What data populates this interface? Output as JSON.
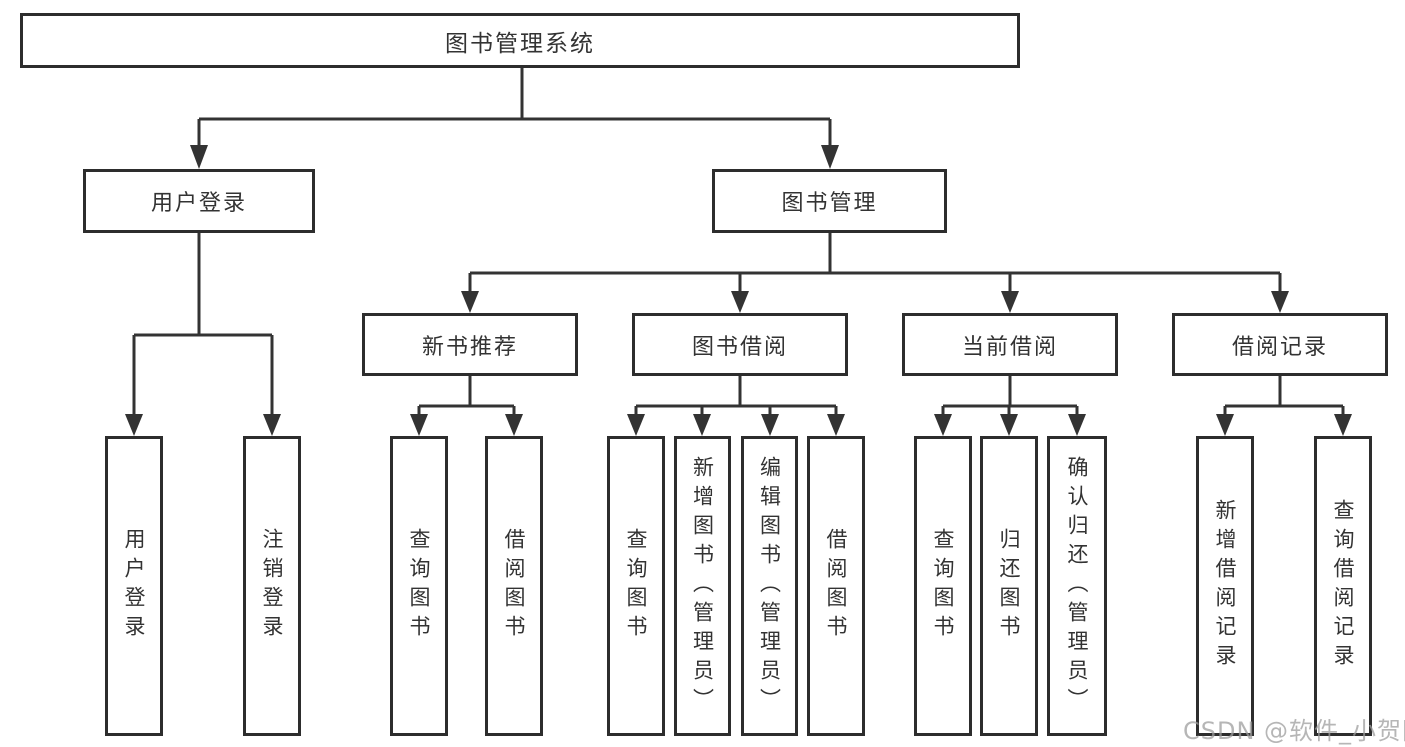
{
  "diagram": {
    "root": {
      "label": "图书管理系统"
    },
    "level2": [
      {
        "label": "用户登录"
      },
      {
        "label": "图书管理"
      }
    ],
    "level3": [
      {
        "label": "新书推荐"
      },
      {
        "label": "图书借阅"
      },
      {
        "label": "当前借阅"
      },
      {
        "label": "借阅记录"
      }
    ],
    "leaves": [
      {
        "label": "用户登录"
      },
      {
        "label": "注销登录"
      },
      {
        "label": "查询图书"
      },
      {
        "label": "借阅图书"
      },
      {
        "label": "查询图书"
      },
      {
        "label": "新增图书（管理员）"
      },
      {
        "label": "编辑图书（管理员）"
      },
      {
        "label": "借阅图书"
      },
      {
        "label": "查询图书"
      },
      {
        "label": "归还图书"
      },
      {
        "label": "确认归还（管理员）"
      },
      {
        "label": "新增借阅记录"
      },
      {
        "label": "查询借阅记录"
      }
    ]
  },
  "watermark": {
    "text": "CSDN @软件_小贺同学"
  },
  "colors": {
    "line": "#333333",
    "border": "#2d2d2d",
    "text": "#333333",
    "watermark": "#9e9e9e"
  }
}
